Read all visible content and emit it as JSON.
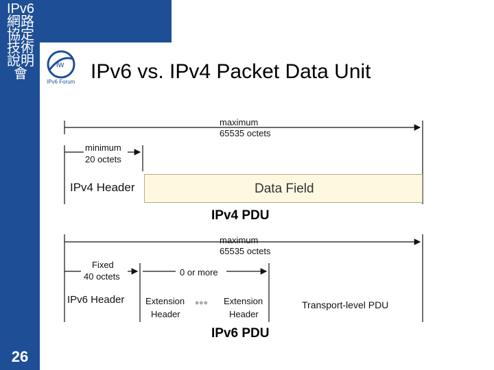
{
  "sidebar": {
    "vertical_title": "IPv6網路協定技術說明會",
    "page_number": "26"
  },
  "logo": {
    "brand_text": "IPv6 Forum",
    "mark": "iw"
  },
  "slide": {
    "title": "IPv6 vs. IPv4 Packet Data Unit"
  },
  "ipv4": {
    "max_label_1": "maximum",
    "max_label_2": "65535 octets",
    "min_label_1": "minimum",
    "min_label_2": "20 octets",
    "header_label": "IPv4 Header",
    "data_label": "Data Field",
    "pdu_label": "IPv4 PDU"
  },
  "ipv6": {
    "max_label_1": "maximum",
    "max_label_2": "65535 octets",
    "fixed_label_1": "Fixed",
    "fixed_label_2": "40 octets",
    "ext_count_label": "0 or more",
    "header_label": "IPv6 Header",
    "ext1_line1": "Extension",
    "ext1_line2": "Header",
    "ellipsis": "•••",
    "ext2_line1": "Extension",
    "ext2_line2": "Header",
    "transport_label": "Transport-level PDU",
    "pdu_label": "IPv6 PDU"
  },
  "colors": {
    "sidebar": "#1e4f96",
    "data_box": "#fff8e1",
    "ellipsis": "#aaaaaa"
  }
}
